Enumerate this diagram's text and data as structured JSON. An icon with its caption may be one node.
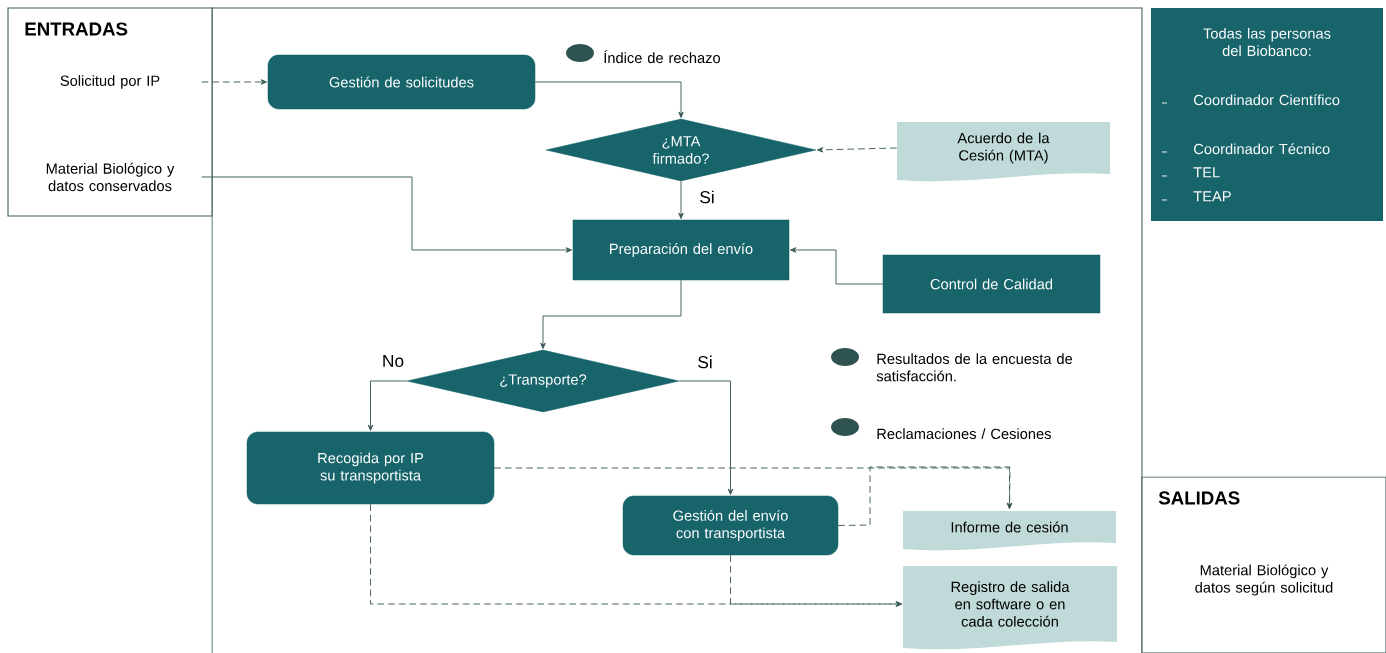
{
  "diagram": {
    "nodes": [
      {
        "text": [
          "ENTRADAS"
        ]
      },
      {
        "text": [
          "Solicitud por IP"
        ],
        "in": 0
      },
      {
        "text": [
          "Material Biológico y datos conservados"
        ],
        "in": 0
      },
      {
        "text": [
          "Gestión de solicitudes"
        ]
      },
      {
        "text": [
          "¿MTA firmado?"
        ]
      },
      {
        "text": [
          "Acuerdo de la Cesión (MTA)"
        ]
      },
      {
        "text": [
          "Preparación del envío"
        ]
      },
      {
        "text": [
          "Control de Calidad"
        ]
      },
      {
        "text": [
          "¿Transporte?"
        ]
      },
      {
        "text": [
          "Recogida por IP su transportista"
        ]
      },
      {
        "text": [
          "Gestión del envío con transportista"
        ]
      },
      {
        "text": [
          "Informe de cesión"
        ]
      },
      {
        "text": [
          "Registro de salida en software o en cada colección"
        ]
      },
      {
        "text": [
          "Todas las personas del Biobanco:",
          "Coordinador Científico",
          "Coordinador Técnico",
          "TEL",
          "TEAP"
        ]
      },
      {
        "text": [
          "SALIDAS",
          "Material Biológico y datos según solicitud"
        ]
      }
    ],
    "edges": [
      {
        "from": 1,
        "to": 3,
        "arrow": "to",
        "style": "dashed"
      },
      {
        "from": 2,
        "to": 6,
        "arrow": "to"
      },
      {
        "from": 3,
        "to": 4,
        "arrow": "to"
      },
      {
        "from": 5,
        "to": 4,
        "arrow": "to",
        "style": "dashed"
      },
      {
        "from": 4,
        "to": 6,
        "arrow": "to",
        "label": "Si"
      },
      {
        "from": 7,
        "to": 6,
        "arrow": "to"
      },
      {
        "from": 6,
        "to": 8,
        "arrow": "to"
      },
      {
        "from": 8,
        "to": 9,
        "arrow": "to",
        "label": "No"
      },
      {
        "from": 8,
        "to": 10,
        "arrow": "to",
        "label": "Si"
      },
      {
        "from": 9,
        "to": 11,
        "arrow": "to",
        "style": "dashed"
      },
      {
        "from": 10,
        "to": 11,
        "arrow": "to",
        "style": "dashed"
      },
      {
        "from": 9,
        "to": 12,
        "arrow": "to",
        "style": "dashed"
      },
      {
        "from": 10,
        "to": 12,
        "arrow": "to",
        "style": "dashed"
      }
    ],
    "labels": [
      "Índice de rechazo",
      "Resultados de la encuesta de satisfacción.",
      "Reclamaciones / Cesiones"
    ]
  }
}
